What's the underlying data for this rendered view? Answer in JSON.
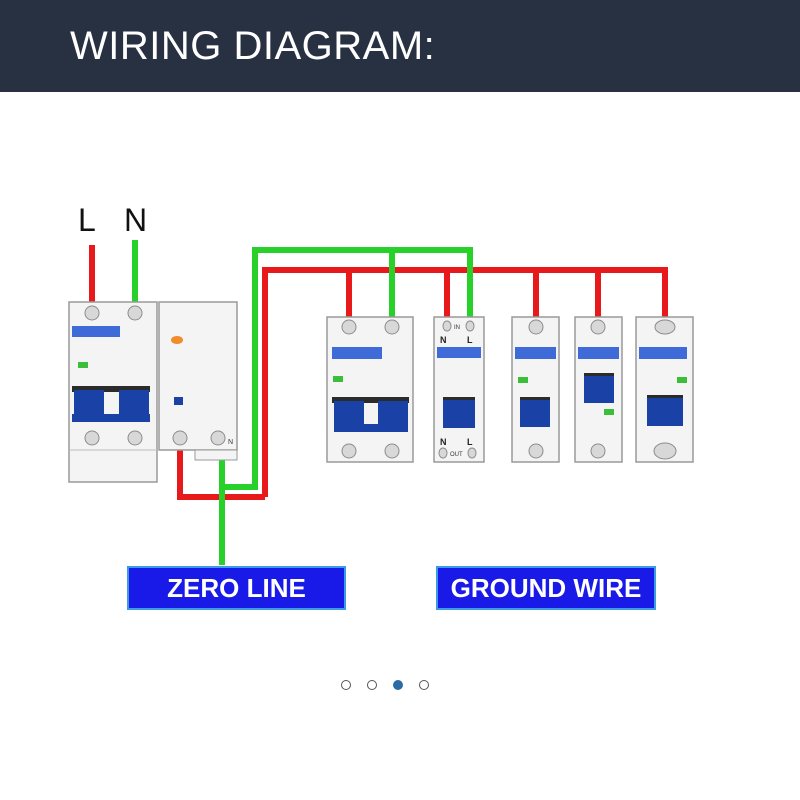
{
  "header": {
    "title": "WIRING DIAGRAM:"
  },
  "diagram": {
    "terminal_l": "L",
    "terminal_n": "N",
    "rcd_in_label": "IN",
    "rcd_in_n": "N",
    "rcd_in_l": "L",
    "rcd_out_n": "N",
    "rcd_out_l": "L",
    "rcd_out_label": "OUT",
    "rcbo_n_label": "N",
    "zero_line_label": "ZERO LINE",
    "ground_wire_label": "GROUND WIRE"
  },
  "carousel": {
    "dots": 4,
    "active_index": 2
  },
  "colors": {
    "header_bg": "#283142",
    "live_wire": "#e8191b",
    "neutral_wire": "#27d12a",
    "breaker_handle": "#1a41a6",
    "label_bg": "#1a1ae8",
    "active_dot": "#2d6ba4"
  }
}
